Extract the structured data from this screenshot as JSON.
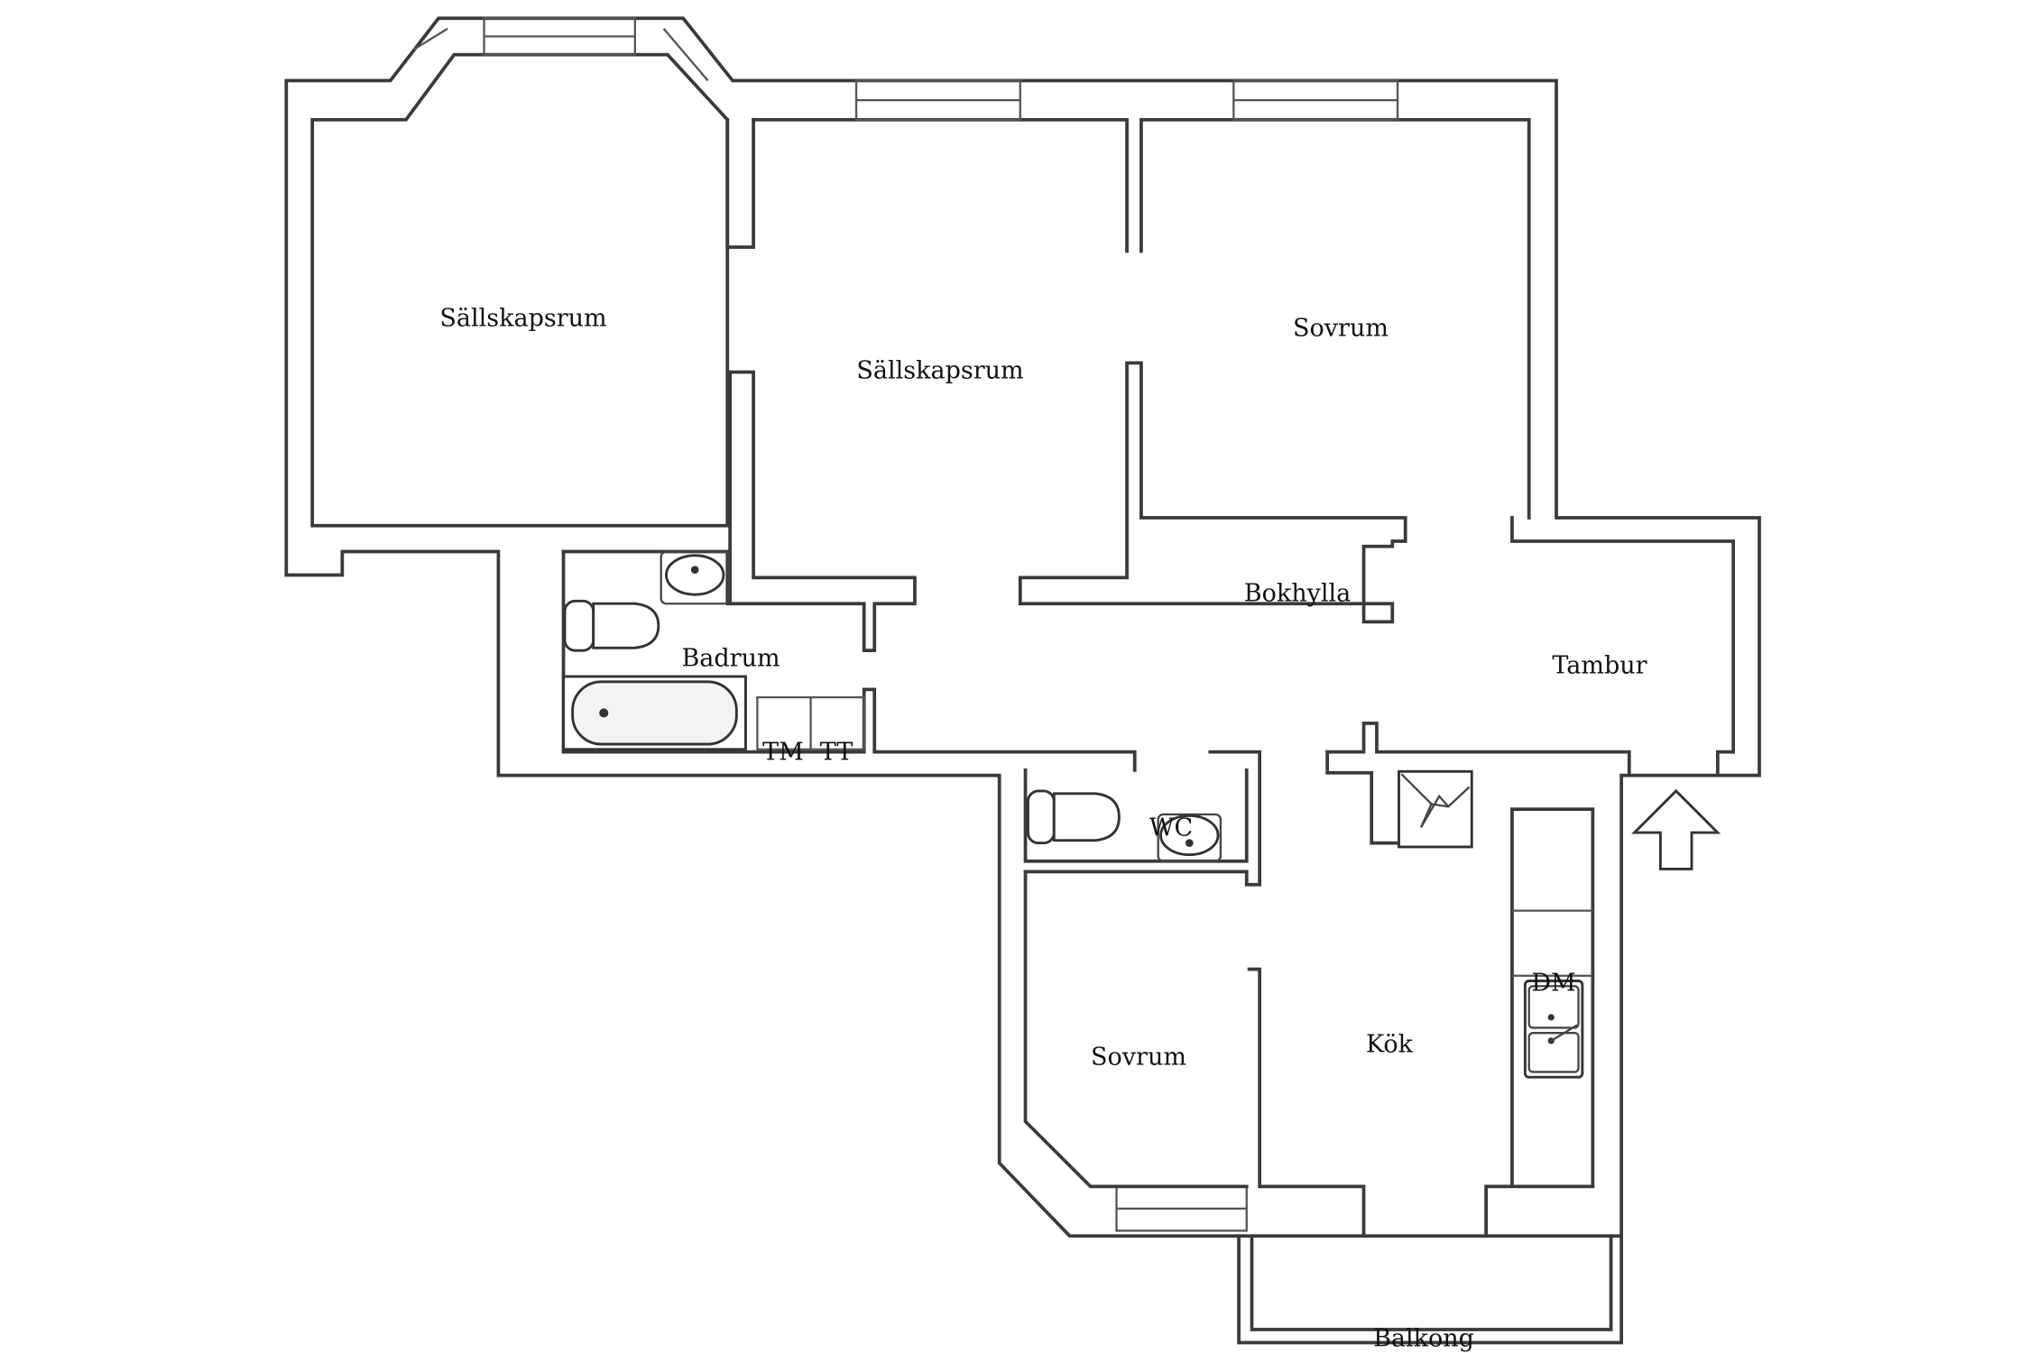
{
  "rooms": {
    "sallskapsrum_1": "Sällskapsrum",
    "sallskapsrum_2": "Sällskapsrum",
    "sovrum_1": "Sovrum",
    "bokhylla": "Bokhylla",
    "tambur": "Tambur",
    "badrum": "Badrum",
    "tm": "TM",
    "tt": "TT",
    "wc": "WC",
    "dm": "DM",
    "sovrum_2": "Sovrum",
    "kok": "Kök",
    "balkong": "Balkong"
  },
  "icons": {
    "entrance": "arrow-up-icon",
    "electrical": "lightning-icon"
  }
}
